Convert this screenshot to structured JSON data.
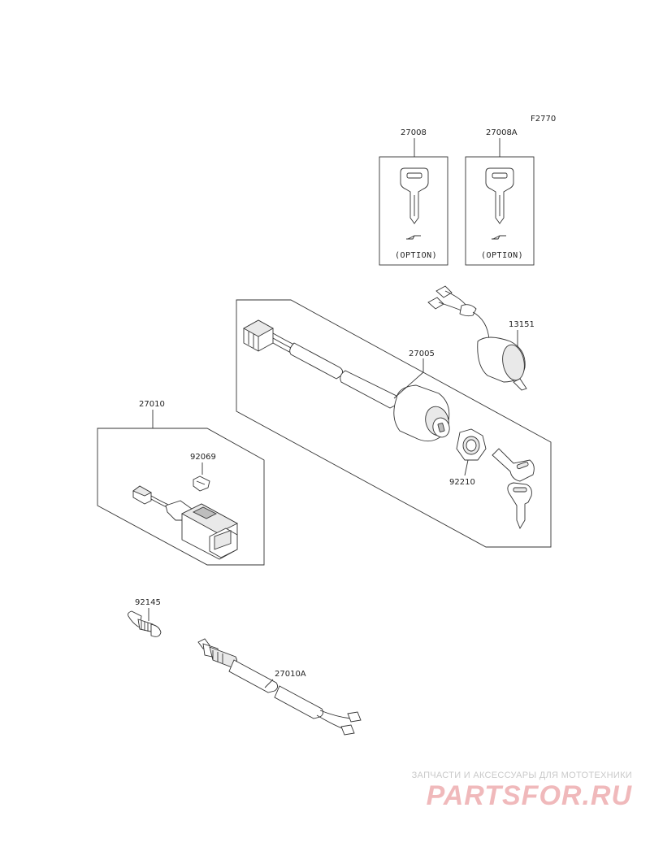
{
  "figure_code": "F2770",
  "parts": {
    "key_blank": "27008",
    "key_blank_alt": "27008A",
    "pilot_lamp": "13151",
    "ignition_switch": "27005",
    "nut": "92210",
    "switch_assy": "27010",
    "bulb": "92069",
    "cap": "92145",
    "switch_assy_alt": "27010A"
  },
  "option_label": "(OPTION)",
  "watermark": {
    "tagline": "Запчасти и аксессуары для мототехники",
    "logo": "partsfor.ru"
  }
}
